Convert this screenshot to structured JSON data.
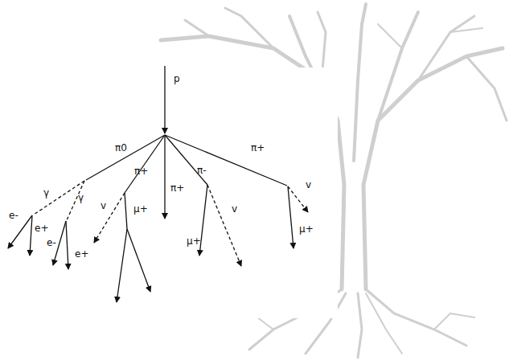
{
  "diagram": {
    "labels": [
      "p",
      "π0",
      "π+",
      "π+",
      "π-",
      "π+",
      "γ",
      "γ",
      "e-",
      "e+",
      "e-",
      "e+",
      "v",
      "μ+",
      "v",
      "μ+",
      "v",
      "μ+"
    ]
  }
}
